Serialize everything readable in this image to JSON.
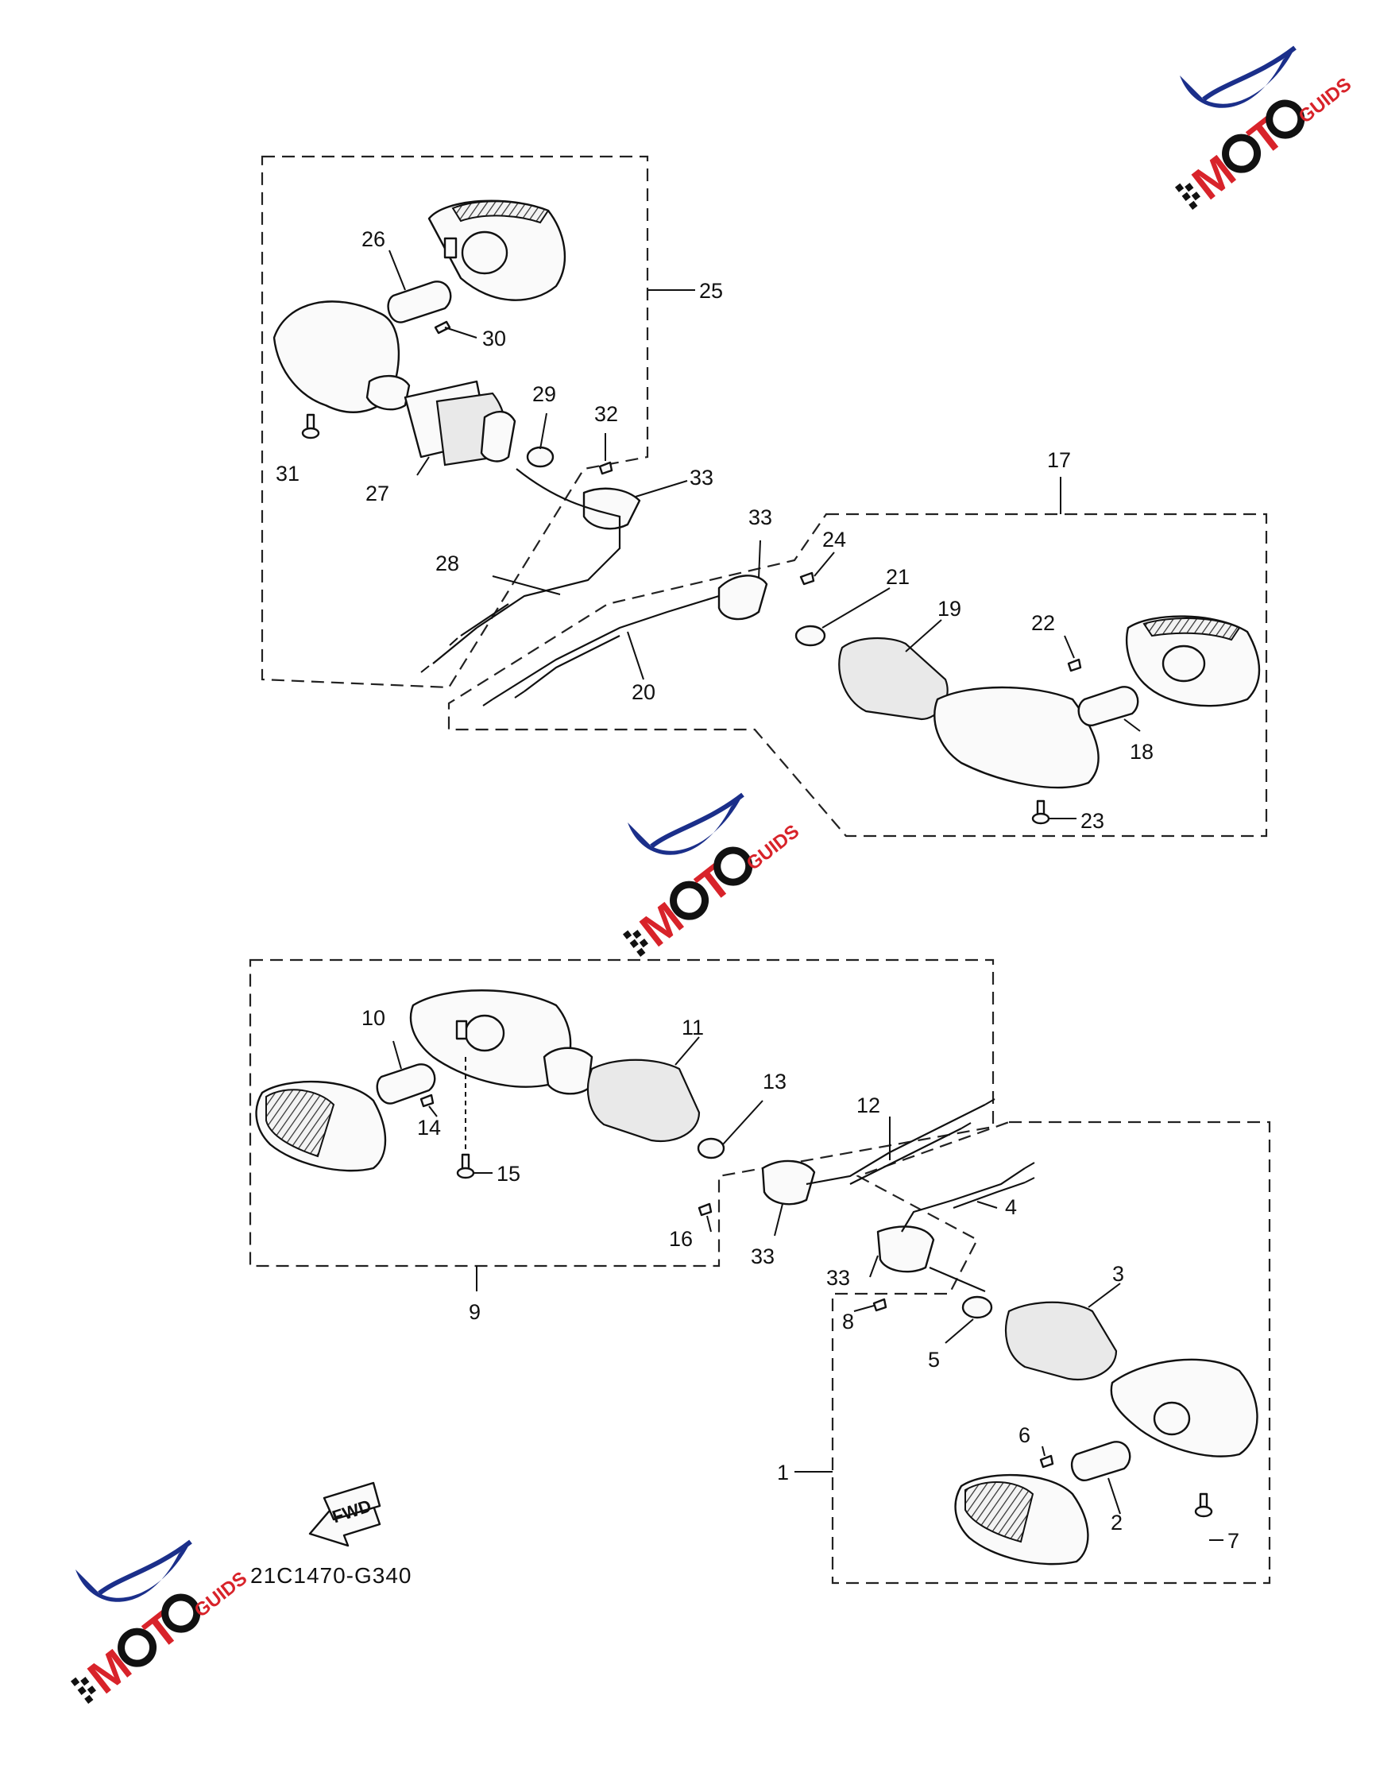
{
  "diagram": {
    "code": "21C1470-G340",
    "fwd_label": "FWD",
    "logo": {
      "text_main": "MOTO",
      "text_sub": "GUIDS",
      "color_blue": "#1b2f8a",
      "color_red": "#d8232a",
      "color_black": "#111111"
    },
    "part_numbers": [
      "1",
      "2",
      "3",
      "4",
      "5",
      "6",
      "7",
      "8",
      "9",
      "10",
      "11",
      "12",
      "13",
      "14",
      "15",
      "16",
      "17",
      "18",
      "19",
      "20",
      "21",
      "22",
      "23",
      "24",
      "25",
      "26",
      "27",
      "28",
      "29",
      "30",
      "31",
      "32",
      "33"
    ]
  }
}
